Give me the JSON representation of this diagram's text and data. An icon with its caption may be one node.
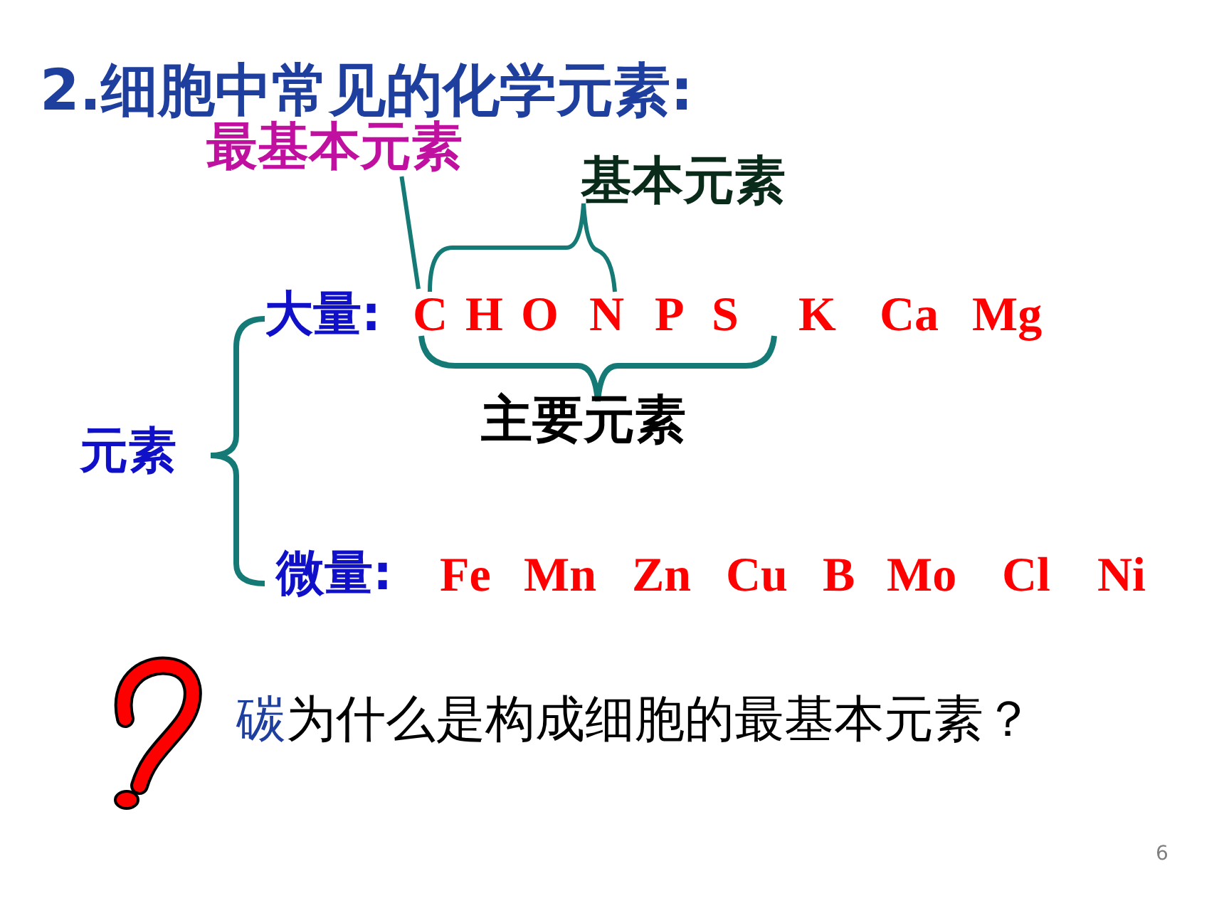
{
  "diagram": {
    "title": "2.细胞中常见的化学元素:",
    "nodes": [
      {
        "text": [
          "最基本元素"
        ]
      },
      {
        "text": [
          "C"
        ]
      }
    ],
    "edges": [
      {
        "from": 0,
        "to": 1,
        "arrow": "none"
      }
    ],
    "labels": [
      "基本元素",
      "大量:",
      "H",
      "O",
      "N",
      "P",
      "S",
      "K",
      "Ca",
      "Mg",
      "主要元素",
      "元素",
      "微量:",
      "Fe",
      "Mn",
      "Zn",
      "Cu",
      "B",
      "Mo",
      "Cl",
      "Ni",
      "碳为什么是构成细胞的最基本元素？",
      "6"
    ]
  }
}
